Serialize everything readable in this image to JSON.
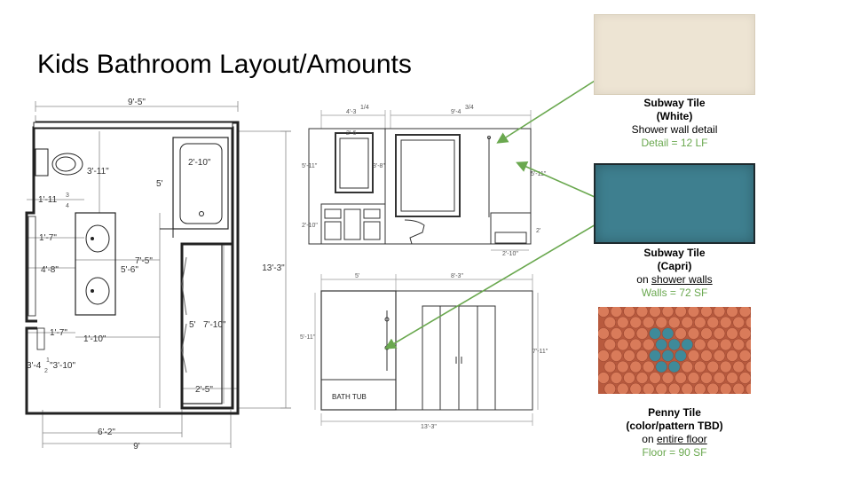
{
  "title": "Kids Bathroom Layout/Amounts",
  "floor_plan": {
    "dims": {
      "top_width": "9'-5\"",
      "toilet_depth": "3'-11\"",
      "tub_length_label": "5'",
      "tub_width": "2'-10\"",
      "vanity_offset": "1'-11",
      "vanity_offset_frac_num": "3",
      "vanity_offset_frac_den": "4",
      "left_small": "1'-7\"",
      "vanity_length": "4'-8\"",
      "vanity_run": "5'-6\"",
      "corridor": "7'-5\"",
      "overall_height": "13'-3\"",
      "left_lower": "1'-7\"",
      "left_lower2": "1'-10\"",
      "left_bottom_a": "3'-4",
      "left_bottom_frac": "1",
      "left_bottom_frac_den": "2",
      "left_bottom_b": "\"3'-10\"",
      "closet_depth": "5'",
      "closet_height": "7'-10\"",
      "closet_width": "2'-5\"",
      "bottom_inner": "6'-2\"",
      "bottom_overall": "9'"
    }
  },
  "elevation_top": {
    "dims": {
      "left_width": "4'-3",
      "left_width_frac": "1/4",
      "right_width": "9'-4",
      "right_width_frac": "3/4",
      "mirror_width": "2'-6",
      "mirror_height_left": "5'-11\"",
      "mirror_height_right": "3'-8\"",
      "vanity_height": "2'-10\"",
      "shower_height": "5'-11\"",
      "tub_height": "2'",
      "tub_width": "2'-10\""
    }
  },
  "elevation_bottom": {
    "dims": {
      "left_width": "5'",
      "right_width": "8'-3\"",
      "left_height": "5'-11\"",
      "right_height": "7'-11\"",
      "overall": "13'-3\""
    },
    "tub_label": "BATH TUB"
  },
  "materials": [
    {
      "name": "Subway Tile",
      "color_line": "(White)",
      "usage_prefix": "Shower wall detail",
      "usage_link": "",
      "amount": "Detail = 12 LF",
      "swatch_color": "#ede4d3"
    },
    {
      "name": "Subway Tile",
      "color_line": "(Capri)",
      "usage_prefix": "on ",
      "usage_link": "shower walls",
      "amount": "Walls = 72 SF",
      "swatch_color": "#3e7f8f"
    },
    {
      "name": "Penny Tile",
      "color_line": "(color/pattern TBD)",
      "usage_prefix": "on ",
      "usage_link": "entire floor",
      "amount": "Floor = 90 SF",
      "swatch_color": "#c96a4c"
    }
  ],
  "colors": {
    "arrow": "#6aa84f",
    "amount_text": "#6aa84f",
    "penny_base": "#b85a3e",
    "penny_tile": "#d97b5a",
    "penny_accent": "#3e8a9a"
  }
}
